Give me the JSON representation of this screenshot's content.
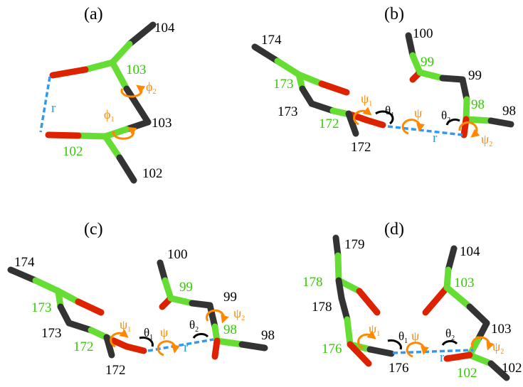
{
  "colors": {
    "carbon_green": "#66dd33",
    "carbon_dark": "#333333",
    "oxygen_red": "#dd2200",
    "label_green": "#33cc00",
    "label_orange": "#ff8800",
    "distance_blue": "#3399ee",
    "text_black": "#000000"
  },
  "panels": {
    "a": {
      "label": "(a)",
      "res_104": "104",
      "res_103_g": "103",
      "res_103_k": "103",
      "res_102_g": "102",
      "res_102_k": "102",
      "r": "r",
      "phi": "ϕ",
      "sub1": "1",
      "sub2": "2"
    },
    "b": {
      "label": "(b)",
      "res_174": "174",
      "res_173_g": "173",
      "res_173_k": "173",
      "res_172_g": "172",
      "res_172_k": "172",
      "res_100": "100",
      "res_99_g": "99",
      "res_99_k": "99",
      "res_98_g": "98",
      "res_98_k": "98",
      "r": "r",
      "psi": "ψ",
      "theta": "θ",
      "sub1": "1",
      "sub2": "2"
    },
    "c": {
      "label": "(c)",
      "res_174": "174",
      "res_173_g": "173",
      "res_173_k": "173",
      "res_172_g": "172",
      "res_172_k": "172",
      "res_100": "100",
      "res_99_g": "99",
      "res_99_k": "99",
      "res_98_g": "98",
      "res_98_k": "98",
      "r": "r",
      "psi": "ψ",
      "theta": "θ",
      "sub1": "1",
      "sub2": "2"
    },
    "d": {
      "label": "(d)",
      "res_179": "179",
      "res_178_g": "178",
      "res_178_k": "178",
      "res_176_g": "176",
      "res_176_k": "176",
      "res_104": "104",
      "res_103_g": "103",
      "res_103_k": "103",
      "res_102_g": "102",
      "res_102_k": "102",
      "r": "r",
      "psi": "ψ",
      "theta": "θ",
      "sub1": "1",
      "sub2": "2"
    }
  }
}
